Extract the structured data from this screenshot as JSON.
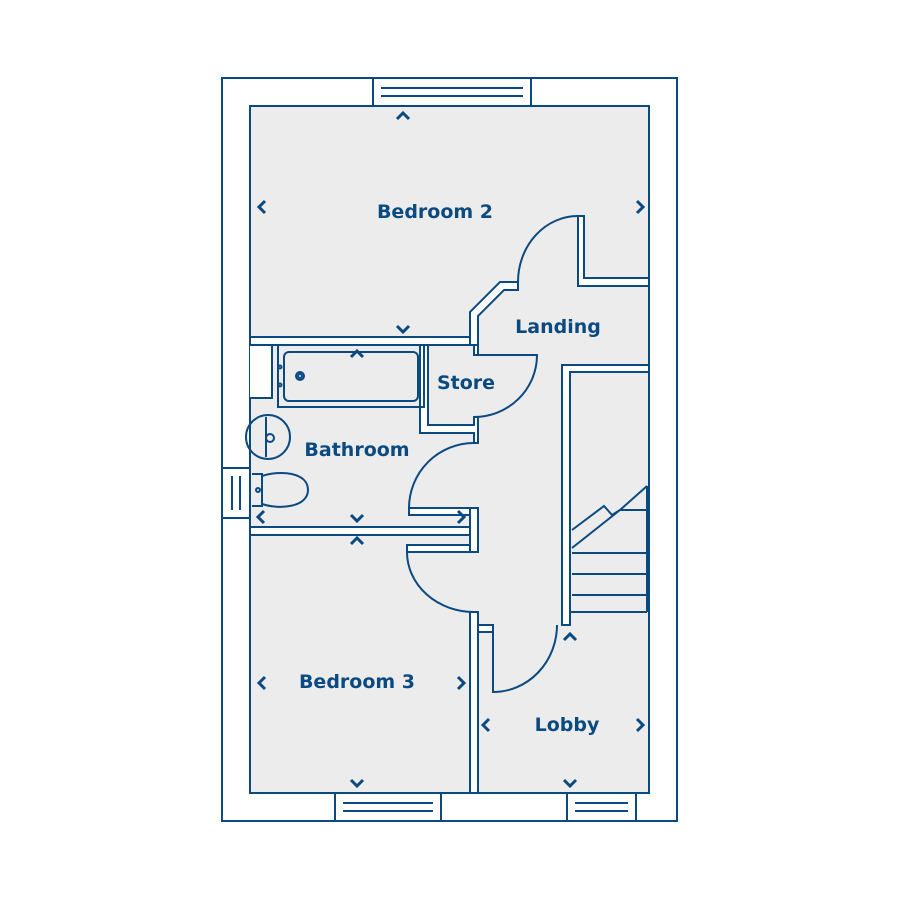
{
  "rooms": {
    "bedroom2": "Bedroom 2",
    "landing": "Landing",
    "store": "Store",
    "bathroom": "Bathroom",
    "bedroom3": "Bedroom 3",
    "lobby": "Lobby"
  },
  "colors": {
    "line": "#0b4a80",
    "floor": "#ececec"
  }
}
